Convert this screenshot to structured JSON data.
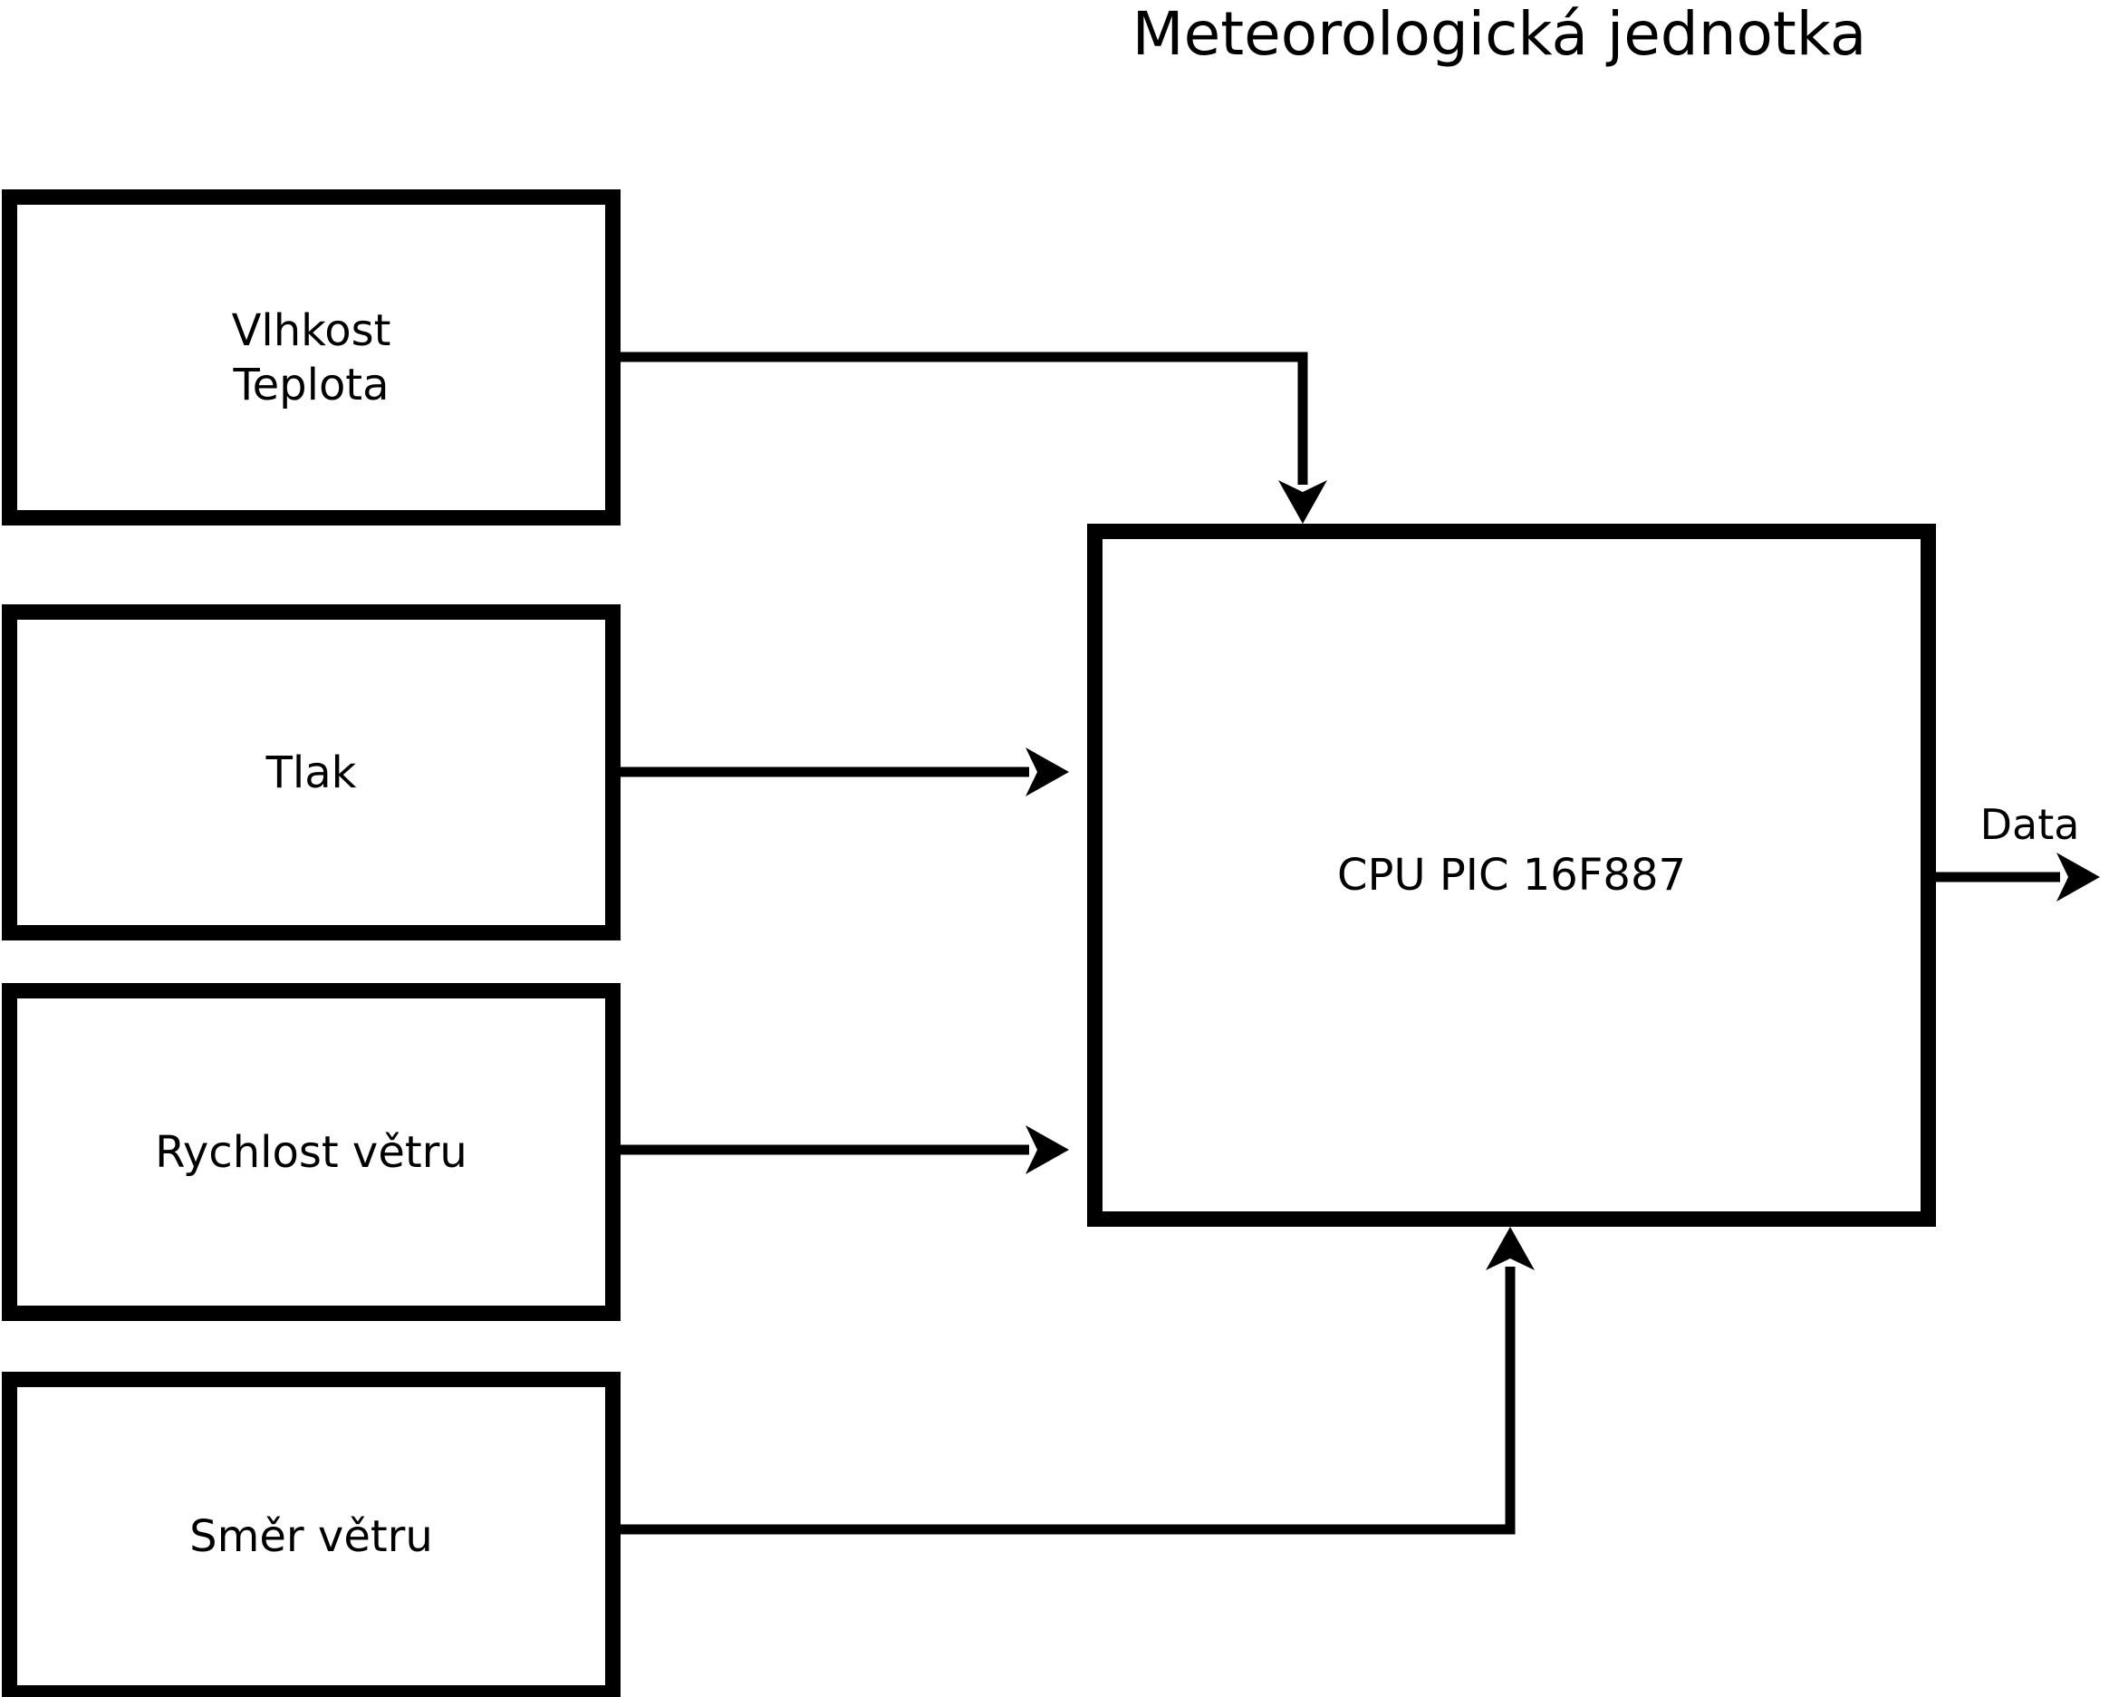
{
  "title": "Meteorologická jednotka",
  "diagram": {
    "inputs": [
      {
        "id": "vlhkost-teplota",
        "lines": [
          "Vlhkost",
          "Teplota"
        ]
      },
      {
        "id": "tlak",
        "lines": [
          "Tlak"
        ]
      },
      {
        "id": "rychlost-vetru",
        "lines": [
          "Rychlost větru"
        ]
      },
      {
        "id": "smer-vetru",
        "lines": [
          "Směr větru"
        ]
      }
    ],
    "cpu": {
      "id": "cpu",
      "label": "CPU PIC 16F887"
    },
    "output": {
      "id": "data-output",
      "label": "Data"
    },
    "edges": [
      {
        "from": "vlhkost-teplota",
        "to": "cpu"
      },
      {
        "from": "tlak",
        "to": "cpu"
      },
      {
        "from": "rychlost-vetru",
        "to": "cpu"
      },
      {
        "from": "smer-vetru",
        "to": "cpu"
      },
      {
        "from": "cpu",
        "to": "data-output"
      }
    ],
    "colors": {
      "line": "#000000",
      "background": "#ffffff"
    }
  }
}
